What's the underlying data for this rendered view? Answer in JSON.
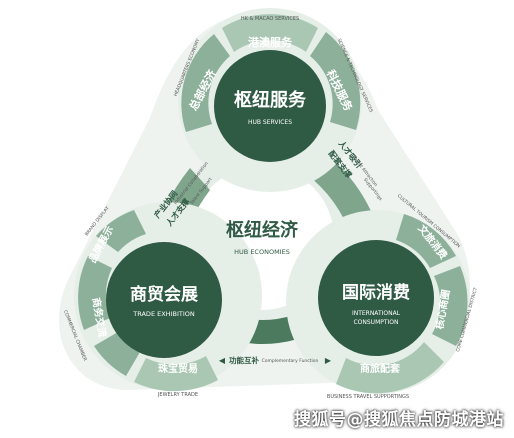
{
  "center": {
    "title_cn": "枢纽经济",
    "title_en": "HUB ECONOMIES"
  },
  "hub_services": {
    "title_cn": "枢纽服务",
    "title_en": "HUB SERVICES",
    "outer_tabs": [
      "总部经济",
      "港澳服务",
      "科技服务"
    ],
    "outer_en": [
      "HEADQUARTERS ECONOMY",
      "HK & MACAO SERVICES",
      "SCIENCE & TECHNOLOGY SERVICES"
    ]
  },
  "trade_exhibition": {
    "title_cn": "商贸会展",
    "title_en": "TRADE EXHIBITION",
    "outer_tabs": [
      "品牌展示",
      "商务交流",
      "珠宝贸易"
    ],
    "outer_en": [
      "BRAND DISPLAY",
      "COMMERCIAL CHAMBER",
      "JEWELRY TRADE"
    ]
  },
  "international_consumption": {
    "title_cn": "国际消费",
    "title_en_line1": "INTERNATIONAL",
    "title_en_line2": "CONSUMPTION",
    "outer_tabs": [
      "文旅消费",
      "核心商圈",
      "商旅配套"
    ],
    "outer_en": [
      "CULTURAL TOURISM CONSUMPTION",
      "CORE COMMERCIAL DISTRICT",
      "BUSINESS TRAVEL SUPPORTINGS"
    ]
  },
  "connectors": {
    "left": {
      "cn1": "产业协同",
      "en1": "Industrial Collaboration",
      "cn2": "人才支撑",
      "en2": "Talent Support"
    },
    "right": {
      "cn1": "人才吸引",
      "en1": "Talent Attraction",
      "cn2": "配套支撑",
      "en2": "Supportings"
    },
    "bottom": {
      "cn": "功能互补",
      "en": "Complementary Function"
    }
  },
  "watermark": "搜狐号@搜狐焦点防城港站",
  "colors": {
    "dark_green": "#2f5a44",
    "mid_green": "#5f8e72",
    "light_green": "#a9c7b3",
    "pale_green": "#e3ede6",
    "ring": "#dfe9e2"
  }
}
